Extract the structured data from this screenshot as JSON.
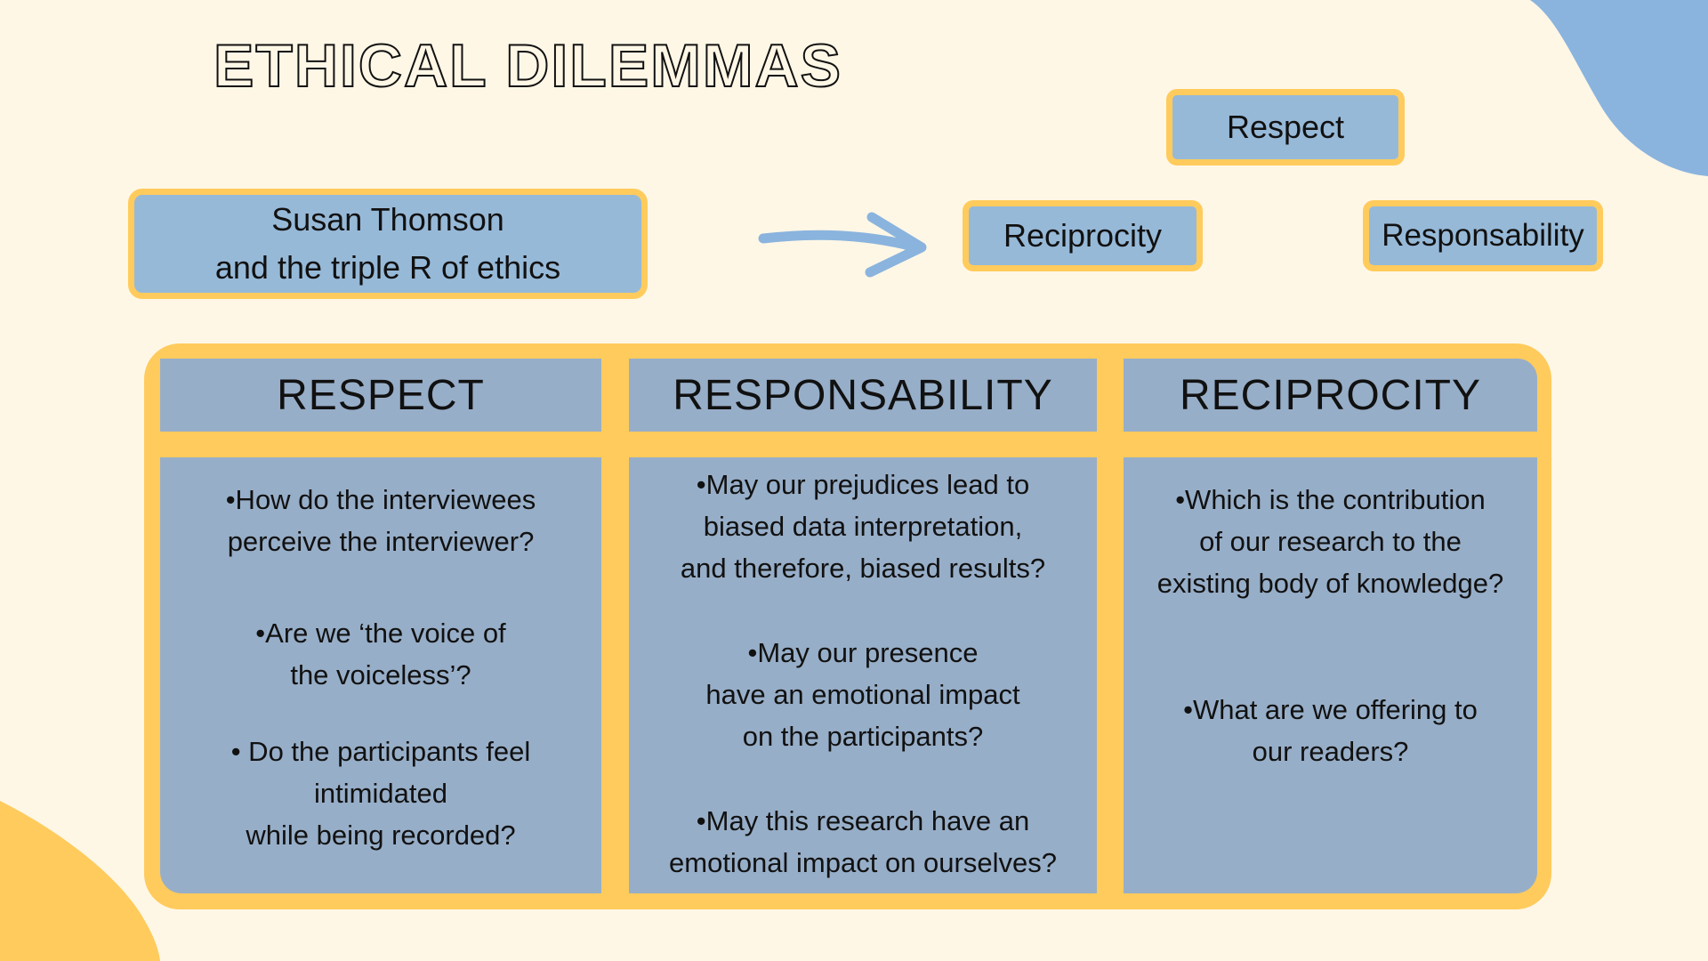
{
  "title": "ETHICAL DILEMMAS",
  "author_box": {
    "line1": "Susan Thomson",
    "line2": "and the triple R of ethics"
  },
  "triple_r": {
    "respect": "Respect",
    "reciprocity": "Reciprocity",
    "responsability": "Responsability"
  },
  "table": {
    "columns": [
      {
        "header": "RESPECT",
        "questions": [
          [
            "•How do the interviewees",
            "perceive the interviewer?"
          ],
          [
            "•Are we  ‘the voice of",
            "the voiceless’?"
          ],
          [
            "• Do the participants  feel",
            "intimidated",
            "while being recorded?"
          ]
        ]
      },
      {
        "header": "RESPONSABILITY",
        "questions": [
          [
            "•May our prejudices lead to",
            "biased data interpretation,",
            "and therefore, biased results?"
          ],
          [
            "•May our presence",
            "have an emotional impact",
            "on the participants?"
          ],
          [
            "•May this research have an",
            "emotional impact on ourselves?"
          ]
        ]
      },
      {
        "header": "RECIPROCITY",
        "questions": [
          [
            "•Which is the contribution",
            "of our research to the",
            "existing body of knowledge?"
          ],
          [
            "•What are we offering to",
            "our readers?"
          ]
        ]
      }
    ]
  },
  "colors": {
    "background": "#fff7e6",
    "box_fill": "#97b9d8",
    "table_fill": "#97aec8",
    "accent_yellow": "#ffcb5c",
    "accent_blue": "#8ab4de"
  }
}
